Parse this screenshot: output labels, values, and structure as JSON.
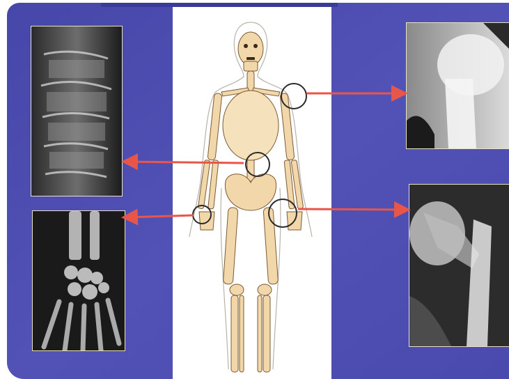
{
  "figure": {
    "kind": "skeleton-with-xray-panels",
    "colors": {
      "background_blue": "#4f4fb2",
      "background_blue_dark": "#3d3d9e",
      "card": "#ffffff",
      "bone": "#f2d7aa",
      "bone_outline": "#7a5a35",
      "body_outline": "#b9b2a8",
      "circle": "#2a2a2a",
      "arrow": "#e8564a",
      "frame": "#e8e2c8"
    },
    "markers": [
      {
        "site": "left-shoulder",
        "links_to": "xray-shoulder-humerus"
      },
      {
        "site": "lumbar-spine",
        "links_to": "xray-spine"
      },
      {
        "site": "right-wrist",
        "links_to": "xray-wrist"
      },
      {
        "site": "left-hip",
        "links_to": "xray-hip-femur"
      }
    ],
    "xrays": [
      {
        "id": "xray-spine",
        "depicts": "spine"
      },
      {
        "id": "xray-wrist",
        "depicts": "wrist"
      },
      {
        "id": "xray-shoulder-humerus",
        "depicts": "shoulder-humerus"
      },
      {
        "id": "xray-hip-femur",
        "depicts": "hip-femur"
      }
    ]
  }
}
